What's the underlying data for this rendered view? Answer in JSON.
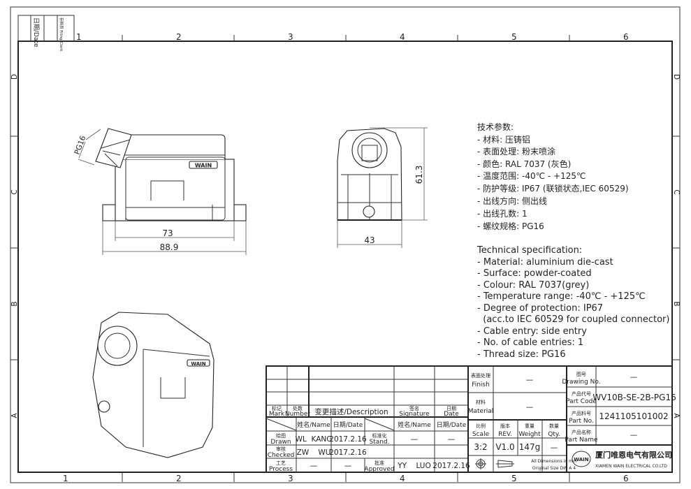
{
  "frame": {
    "columns": [
      "1",
      "2",
      "3",
      "4",
      "5",
      "6"
    ],
    "rows": [
      "D",
      "C",
      "B",
      "A"
    ],
    "corner_boxes": {
      "date": "日期/Date",
      "filing_clerk": "存档员 Filing Clerk"
    }
  },
  "views": {
    "side": {
      "thread_label": "PG16",
      "logo": "WAIN",
      "dim_inner": "73",
      "dim_outer": "88.9"
    },
    "front": {
      "dim_height": "61.3",
      "dim_width": "43"
    },
    "iso": {
      "logo": "WAIN"
    }
  },
  "spec_cn": {
    "title": "技术参数:",
    "lines": [
      "- 材料: 压铸铝",
      "- 表面处理: 粉末喷涂",
      "- 颜色: RAL 7037 (灰色)",
      "- 温度范围: -40℃ - +125℃",
      "- 防护等级: IP67 (联锁状态,IEC 60529)",
      "- 出线方向:  侧出线",
      "- 出线孔数: 1",
      "- 螺纹规格: PG16"
    ]
  },
  "spec_en": {
    "title": "Technical specification:",
    "lines": [
      "- Material: aluminium die-cast",
      "- Surface: powder-coated",
      "- Colour: RAL 7037(grey)",
      "- Temperature range: -40℃ - +125℃",
      "- Degree of protection: IP67",
      "  (acc.to IEC 60529 for coupled connector)",
      "- Cable entry: side entry",
      "- No. of cable entries: 1",
      "- Thread size: PG16"
    ]
  },
  "title_block": {
    "rev_header": {
      "mark_cn": "标记",
      "mark": "Mark",
      "number_cn": "处数",
      "number": "Number",
      "description": "变更描述/Description",
      "signature_cn": "签名",
      "signature": "Signature",
      "date_cn": "日期",
      "date": "Date"
    },
    "name_header": "姓名/Name",
    "date_header": "日期/Date",
    "drawn_cn": "绘图",
    "drawn": "Drawn",
    "drawn_name": "WL  KANG",
    "drawn_date": "2017.2.16",
    "stand_cn": "标准化",
    "stand": "Stand.",
    "stand_name": "—",
    "stand_date": "—",
    "checked_cn": "审核",
    "checked": "Checked",
    "checked_name": "ZW    WU",
    "checked_date": "2017.2.16",
    "process_cn": "工艺",
    "process": "Process",
    "process_name": "—",
    "process_date": "—",
    "approved_cn": "批准",
    "approved": "Approved",
    "approved_name": "YY    LUO",
    "approved_date": "2017.2.16",
    "finish_cn": "表面处理",
    "finish": "Finish",
    "finish_value": "—",
    "material_cn": "材料",
    "material": "Material",
    "material_value": "—",
    "scale_cn": "比例",
    "scale": "Scale",
    "scale_value": "3:2",
    "rev_cn": "版本",
    "rev": "REV.",
    "rev_value": "V1.0",
    "weight_cn": "重量",
    "weight": "Weight",
    "weight_value": "147g",
    "qty_cn": "数量",
    "qty": "Qty.",
    "qty_value": "—",
    "dimensions_note_1": "All Dimensions in mm",
    "dimensions_note_2": "Original Size DIN A 4",
    "drawing_no_cn": "图号",
    "drawing_no": "Drawing No.",
    "drawing_no_value": "—",
    "part_code_cn": "产品代号",
    "part_code": "Part Code",
    "part_code_value": "WV10B-SE-2B-PG16",
    "part_no_cn": "产品料号",
    "part_no": "Part No.",
    "part_no_value": "1241105101002",
    "part_name_cn": "产品名称",
    "part_name": "Part Name",
    "part_name_value": "—",
    "company_logo": "WAIN",
    "company_cn": "厦门唯恩电气有限公司",
    "company_en": "XIAMEN WAIN ELECTRICAL CO.LTD"
  }
}
